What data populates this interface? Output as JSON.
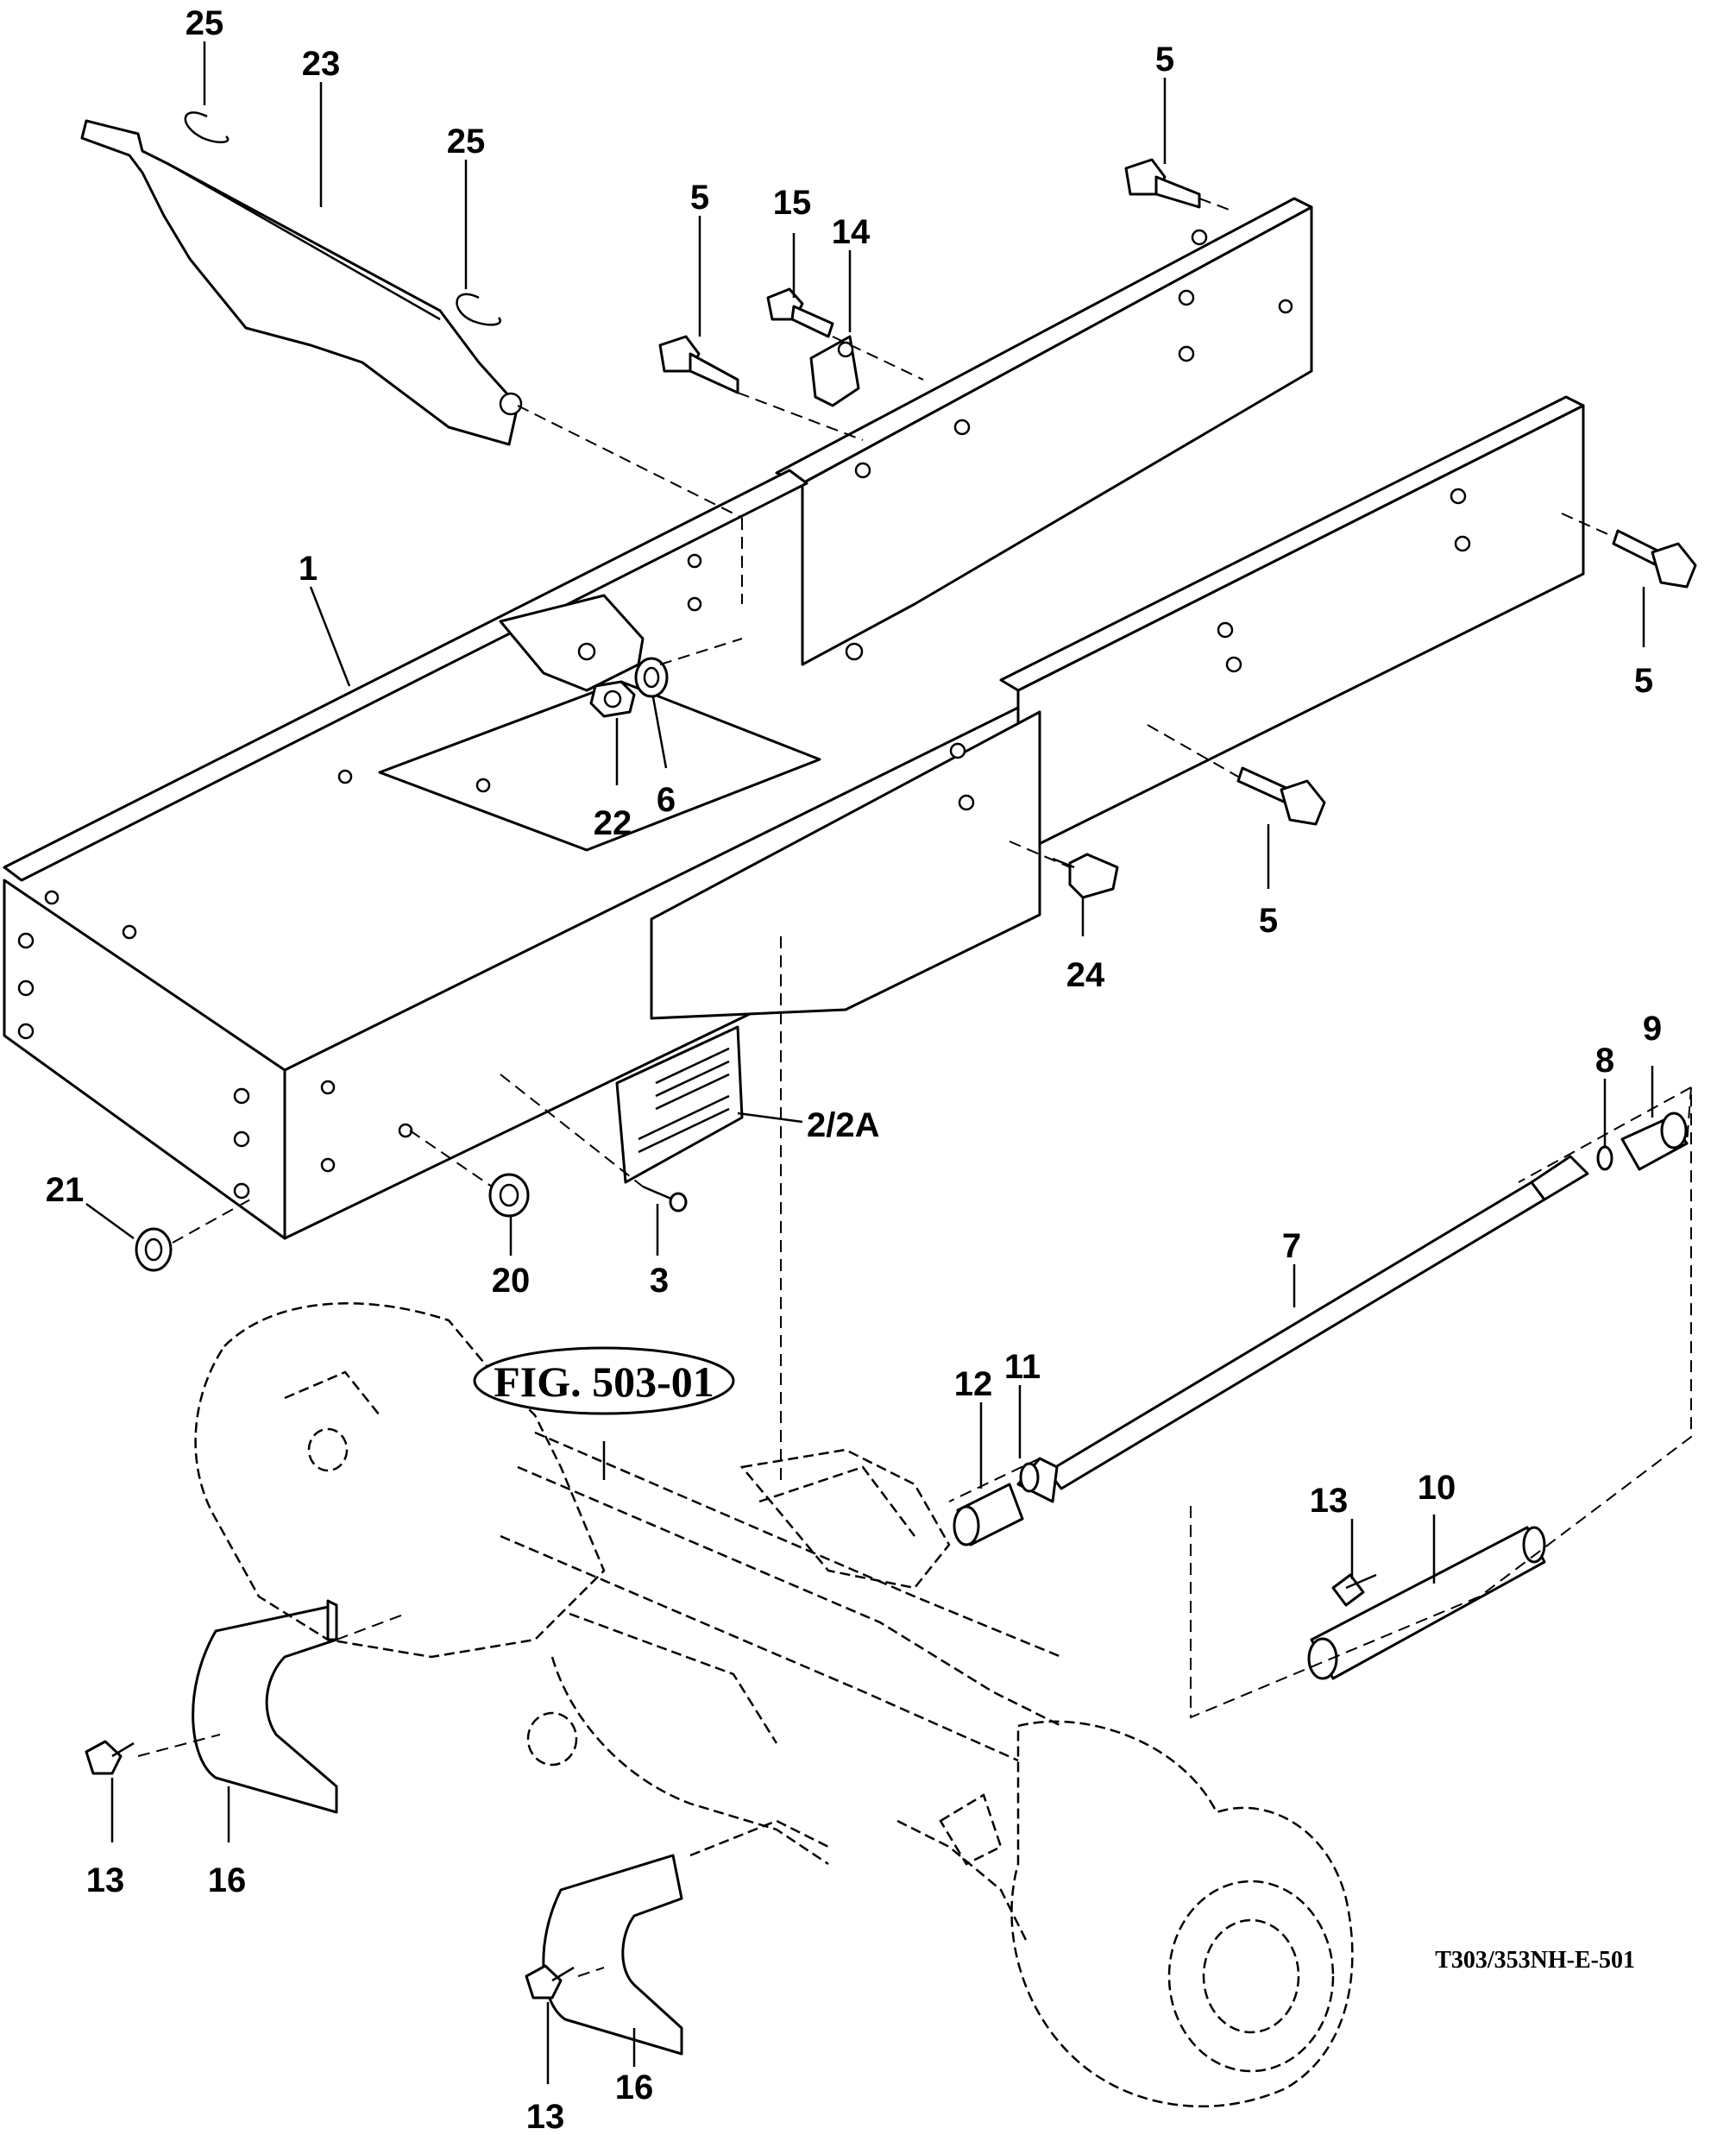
{
  "diagram": {
    "callouts": [
      {
        "id": "c25a",
        "text": "25"
      },
      {
        "id": "c23",
        "text": "23"
      },
      {
        "id": "c25b",
        "text": "25"
      },
      {
        "id": "c5a",
        "text": "5"
      },
      {
        "id": "c15",
        "text": "15"
      },
      {
        "id": "c14",
        "text": "14"
      },
      {
        "id": "c5b",
        "text": "5"
      },
      {
        "id": "c1",
        "text": "1"
      },
      {
        "id": "c5c",
        "text": "5"
      },
      {
        "id": "c22",
        "text": "22"
      },
      {
        "id": "c6",
        "text": "6"
      },
      {
        "id": "c5d",
        "text": "5"
      },
      {
        "id": "c24",
        "text": "24"
      },
      {
        "id": "c8",
        "text": "8"
      },
      {
        "id": "c9",
        "text": "9"
      },
      {
        "id": "c2",
        "text": "2/2A"
      },
      {
        "id": "c21",
        "text": "21"
      },
      {
        "id": "c20",
        "text": "20"
      },
      {
        "id": "c3",
        "text": "3"
      },
      {
        "id": "c7",
        "text": "7"
      },
      {
        "id": "c12",
        "text": "12"
      },
      {
        "id": "c11",
        "text": "11"
      },
      {
        "id": "c13a",
        "text": "13"
      },
      {
        "id": "c10",
        "text": "10"
      },
      {
        "id": "c13b",
        "text": "13"
      },
      {
        "id": "c16a",
        "text": "16"
      },
      {
        "id": "c16b",
        "text": "16"
      },
      {
        "id": "c13c",
        "text": "13"
      }
    ],
    "figure_reference": "FIG. 503-01",
    "drawing_number": "T303/353NH-E-501"
  }
}
